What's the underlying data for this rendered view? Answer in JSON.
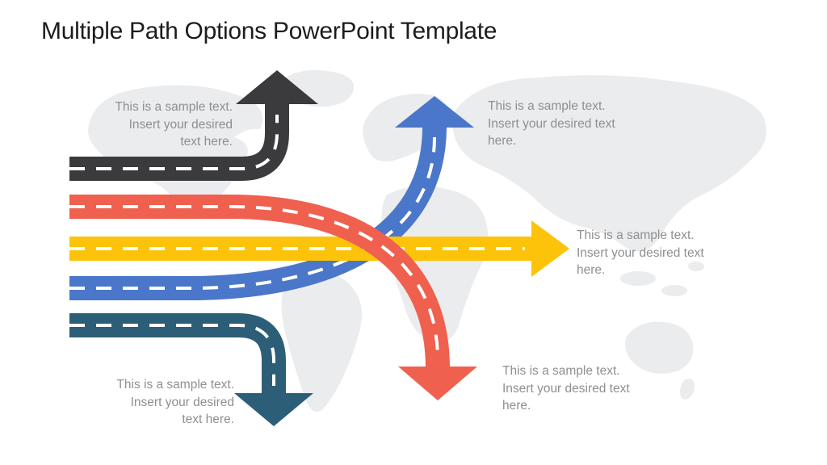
{
  "slide": {
    "title": "Multiple Path Options PowerPoint Template"
  },
  "labels": {
    "top_left": {
      "text": "This is a sample text.\nInsert your desired\ntext here.",
      "align": "right"
    },
    "top_right": {
      "text": "This is a sample text.\nInsert your desired text\nhere.",
      "align": "left"
    },
    "mid_right": {
      "text": "This is a sample text.\nInsert your desired text\nhere.",
      "align": "left"
    },
    "bottom_right": {
      "text": "This is a sample text.\nInsert your desired text\nhere.",
      "align": "left"
    },
    "bottom_left": {
      "text": "This is a sample text.\nInsert your desired\ntext here.",
      "align": "right"
    }
  },
  "arrows": [
    {
      "id": "dark",
      "direction": "up",
      "color_key": "dark_road",
      "label_ref": "top_left"
    },
    {
      "id": "red",
      "direction": "down",
      "color_key": "red_road",
      "label_ref": "bottom_right"
    },
    {
      "id": "yellow",
      "direction": "right",
      "color_key": "yellow_road",
      "label_ref": "mid_right"
    },
    {
      "id": "blue",
      "direction": "up",
      "color_key": "blue_road",
      "label_ref": "top_right"
    },
    {
      "id": "teal",
      "direction": "down",
      "color_key": "teal_road",
      "label_ref": "bottom_left"
    }
  ],
  "colors": {
    "dark_road": "#3b3b3d",
    "red_road": "#f0604e",
    "yellow_road": "#fcc30a",
    "blue_road": "#4a77c9",
    "teal_road": "#2d5e78",
    "road_dash": "#ffffff",
    "map": "#ebecee",
    "label_text": "#8f8f8f",
    "title_text": "#1c1c1c"
  }
}
